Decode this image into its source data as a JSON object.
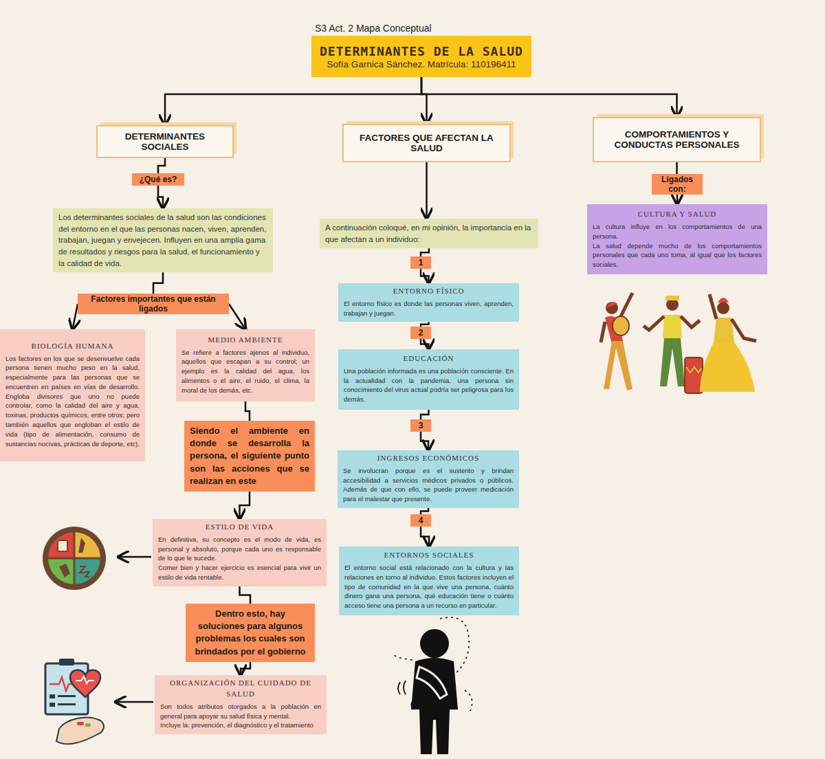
{
  "diagram": {
    "nodes": [
      {
        "text": [
          "DETERMINANTES DE LA SALUD",
          "Sofía Garnica Sánchez. Matrícula: 110196411"
        ]
      },
      {
        "text": [
          "DETERMINANTES SOCIALES"
        ]
      },
      {
        "text": [
          "FACTORES QUE AFECTAN LA SALUD"
        ]
      },
      {
        "text": [
          "COMPORTAMIENTOS Y CONDUCTAS PERSONALES"
        ]
      },
      {
        "text": [
          "¿Qué es?"
        ]
      },
      {
        "text": [
          "Los determinantes sociales de la salud son las condiciones del entorno en el que las personas nacen, viven, aprenden, trabajan, juegan y envejecen. Influyen en una amplia gama de resultados y riesgos para la salud, el funcionamiento y la calidad de vida."
        ]
      },
      {
        "text": [
          "Ligados con:"
        ]
      },
      {
        "text": [
          "CULTURA Y SALUD",
          "La cultura influye en los comportamientos de una persona.",
          "La salud depende mucho de los comportamientos personales que cada uno toma, al igual que los factores sociales."
        ]
      },
      {
        "text": [
          "A continuación coloqué, en mi opinión, la importancia en la que afectan a un individuo:"
        ]
      },
      {
        "text": [
          "1"
        ]
      },
      {
        "text": [
          "ENTORNO FÍSICO",
          "El entorno físico es donde las personas viven, aprenden, trabajan y juegan."
        ]
      },
      {
        "text": [
          "2"
        ]
      },
      {
        "text": [
          "EDUCACIÓN",
          "Una población informada es una población consciente. En la actualidad con la pandemia, una persona sin conocimiento del virus actual podría ser peligrosa para los demás."
        ]
      },
      {
        "text": [
          "3"
        ]
      },
      {
        "text": [
          "INGRESOS ECONÓMICOS",
          "Se involucran porque es el sustento y brindan accesibilidad a servicios médicos privados o públicos. Además de que con ello, se puede proveer medicación para el malestar que presente."
        ]
      },
      {
        "text": [
          "4"
        ]
      },
      {
        "text": [
          "ENTORNOS SOCIALES",
          "El entorno social está relacionado con la cultura y las relaciones en torno al individuo. Estos factores incluyen el tipo de comunidad en la que vive una persona, cuánto dinero gana una persona, qué educación tiene o cuánto acceso tiene una persona a un recurso en particular."
        ]
      },
      {
        "text": [
          "Factores importantes que están ligados"
        ]
      },
      {
        "text": [
          "BIOLOGÍA HUMANA",
          "Los factores en los que se desenvuelve cada persona tienen mucho peso en la salud, especialmente para las personas que se encuentren en países en vías de desarrollo. Engloba divisores que uno no puede controlar, como la calidad del aire y agua, toxinas, productos químicos, entre otros; pero también aquellos que engloban el estilo de vida (tipo de alimentación, consumo de sustancias nocivas, prácticas de deporte, etc)."
        ]
      },
      {
        "text": [
          "MEDIO AMBIENTE",
          "Se refiere a factores ajenos al individuo, aquellos que escapan a su control; un ejemplo es la calidad del agua, los alimentos o el aire, el ruido, el clima, la moral de los demás, etc."
        ]
      },
      {
        "text": [
          "Siendo el ambiente en donde se desarrolla la persona, el siguiente punto son las acciones que se realizan en este"
        ]
      },
      {
        "text": [
          "ESTILO DE VIDA",
          "En definitiva, su concepto es el modo de vida, es personal y absoluto, porque cada uno es responsable de lo que le sucede.",
          "Comer bien y hacer ejercicio es esencial para vivir un estilo de vida rentable."
        ]
      },
      {
        "text": [
          "Dentro esto, hay soluciones para algunos problemas los cuales son brindados por el gobierno"
        ]
      },
      {
        "text": [
          "ORGANIZACIÓN DEL CUIDADO DE SALUD",
          "Son todos atributos otorgados a la población en general para apoyar su salud física y mental.",
          "Incluye la: prevención, el diagnóstico y el tratamiento"
        ]
      }
    ],
    "edges": [
      {
        "from": 0,
        "to": 1,
        "arrow": "to"
      },
      {
        "from": 0,
        "to": 2,
        "arrow": "to"
      },
      {
        "from": 0,
        "to": 3,
        "arrow": "to"
      },
      {
        "from": 1,
        "to": 4,
        "arrow": "none"
      },
      {
        "from": 4,
        "to": 5,
        "arrow": "to"
      },
      {
        "from": 2,
        "to": 8,
        "arrow": "to"
      },
      {
        "from": 3,
        "to": 6,
        "arrow": "none"
      },
      {
        "from": 6,
        "to": 7,
        "arrow": "to"
      },
      {
        "from": 5,
        "to": 17,
        "arrow": "none"
      },
      {
        "from": 17,
        "to": 18,
        "arrow": "to"
      },
      {
        "from": 17,
        "to": 19,
        "arrow": "to"
      },
      {
        "from": 8,
        "to": 9,
        "arrow": "none"
      },
      {
        "from": 9,
        "to": 10,
        "arrow": "to"
      },
      {
        "from": 10,
        "to": 11,
        "arrow": "none"
      },
      {
        "from": 11,
        "to": 12,
        "arrow": "to"
      },
      {
        "from": 12,
        "to": 13,
        "arrow": "none"
      },
      {
        "from": 13,
        "to": 14,
        "arrow": "to"
      },
      {
        "from": 14,
        "to": 15,
        "arrow": "none"
      },
      {
        "from": 15,
        "to": 16,
        "arrow": "to"
      },
      {
        "from": 19,
        "to": 20,
        "arrow": "none"
      },
      {
        "from": 20,
        "to": 21,
        "arrow": "to"
      },
      {
        "from": 21,
        "to": 22,
        "arrow": "none"
      },
      {
        "from": 22,
        "to": 23,
        "arrow": "to"
      }
    ],
    "labels": [
      "S3 Act. 2 Mapa Conceptual"
    ]
  }
}
